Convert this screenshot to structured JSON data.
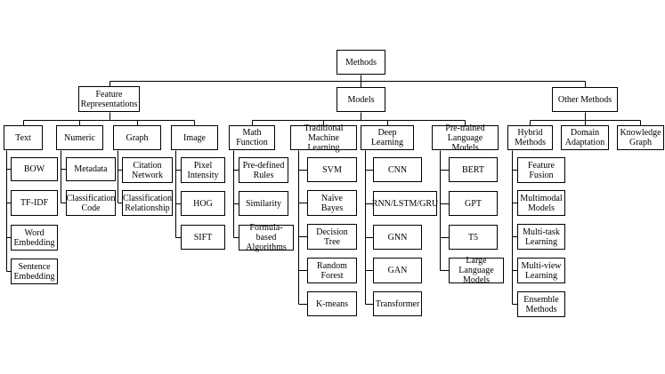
{
  "root": {
    "label": "Methods"
  },
  "branches": [
    {
      "label": "Feature\nRepresentations",
      "children": [
        {
          "label": "Text",
          "items": [
            "BOW",
            "TF-IDF",
            "Word\nEmbedding",
            "Sentence\nEmbedding"
          ]
        },
        {
          "label": "Numeric",
          "items": [
            "Metadata",
            "Classification\nCode"
          ]
        },
        {
          "label": "Graph",
          "items": [
            "Citation\nNetwork",
            "Classification\nRelationship"
          ]
        },
        {
          "label": "Image",
          "items": [
            "Pixel\nIntensity",
            "HOG",
            "SIFT"
          ]
        }
      ]
    },
    {
      "label": "Models",
      "children": [
        {
          "label": "Math\nFunction",
          "items": [
            "Pre-defined\nRules",
            "Similarity",
            "Formula-based\nAlgorithms"
          ]
        },
        {
          "label": "Traditional\nMachine Learning",
          "items": [
            "SVM",
            "Naïve\nBayes",
            "Decision\nTree",
            "Random\nForest",
            "K-means"
          ]
        },
        {
          "label": "Deep\nLearning",
          "items": [
            "CNN",
            "RNN/LSTM/GRU",
            "GNN",
            "GAN",
            "Transformer"
          ]
        },
        {
          "label": "Pre-trained\nLanguage Models",
          "items": [
            "BERT",
            "GPT",
            "T5",
            "Large Language\nModels"
          ]
        }
      ]
    },
    {
      "label": "Other Methods",
      "children": [
        {
          "label": "Hybrid\nMethods",
          "items": [
            "Feature\nFusion",
            "Multimodal\nModels",
            "Multi-task\nLearning",
            "Multi-view\nLearning",
            "Ensemble\nMethods"
          ]
        },
        {
          "label": "Domain\nAdaptation",
          "items": []
        },
        {
          "label": "Knowledge\nGraph",
          "items": []
        }
      ]
    }
  ]
}
